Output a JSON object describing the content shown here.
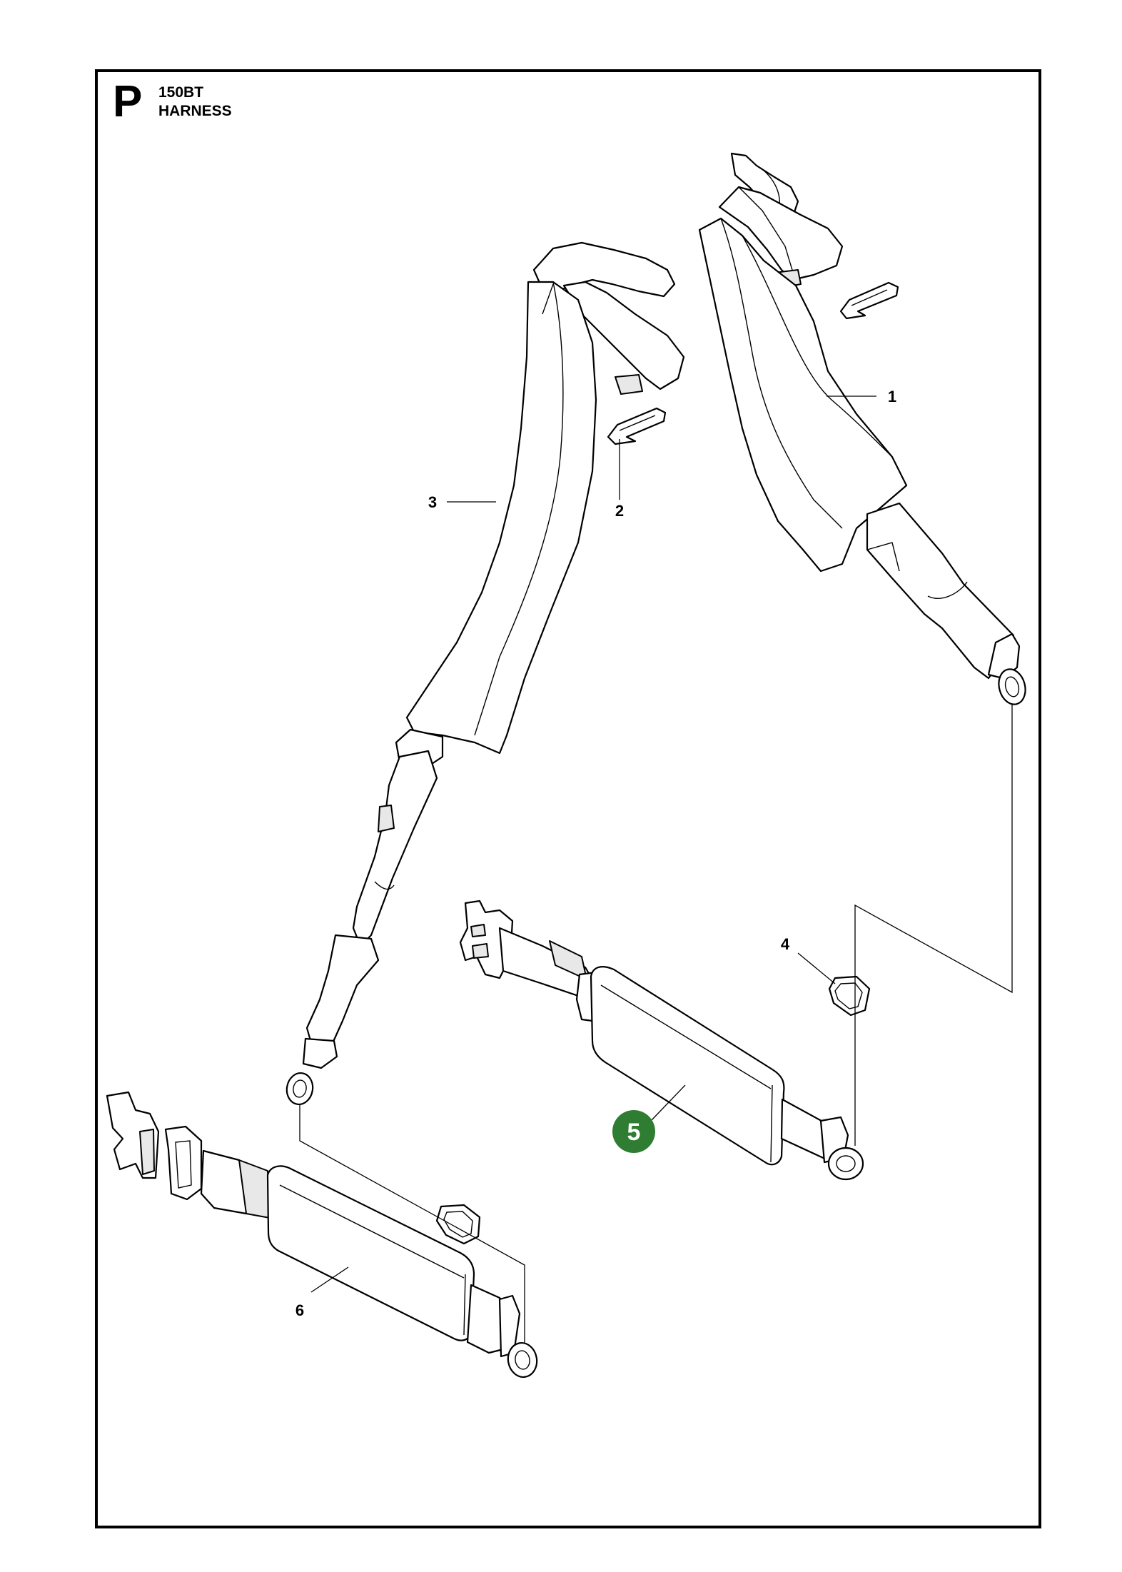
{
  "header": {
    "section_letter": "P",
    "model": "150BT",
    "title": "HARNESS"
  },
  "callouts": [
    {
      "id": "1",
      "label": "1",
      "highlighted": false
    },
    {
      "id": "2",
      "label": "2",
      "highlighted": false
    },
    {
      "id": "3",
      "label": "3",
      "highlighted": false
    },
    {
      "id": "4",
      "label": "4",
      "highlighted": false
    },
    {
      "id": "5",
      "label": "5",
      "highlighted": true
    },
    {
      "id": "6",
      "label": "6",
      "highlighted": false
    }
  ],
  "colors": {
    "highlight": "#2e7d32",
    "line": "#000000",
    "background": "#ffffff"
  }
}
